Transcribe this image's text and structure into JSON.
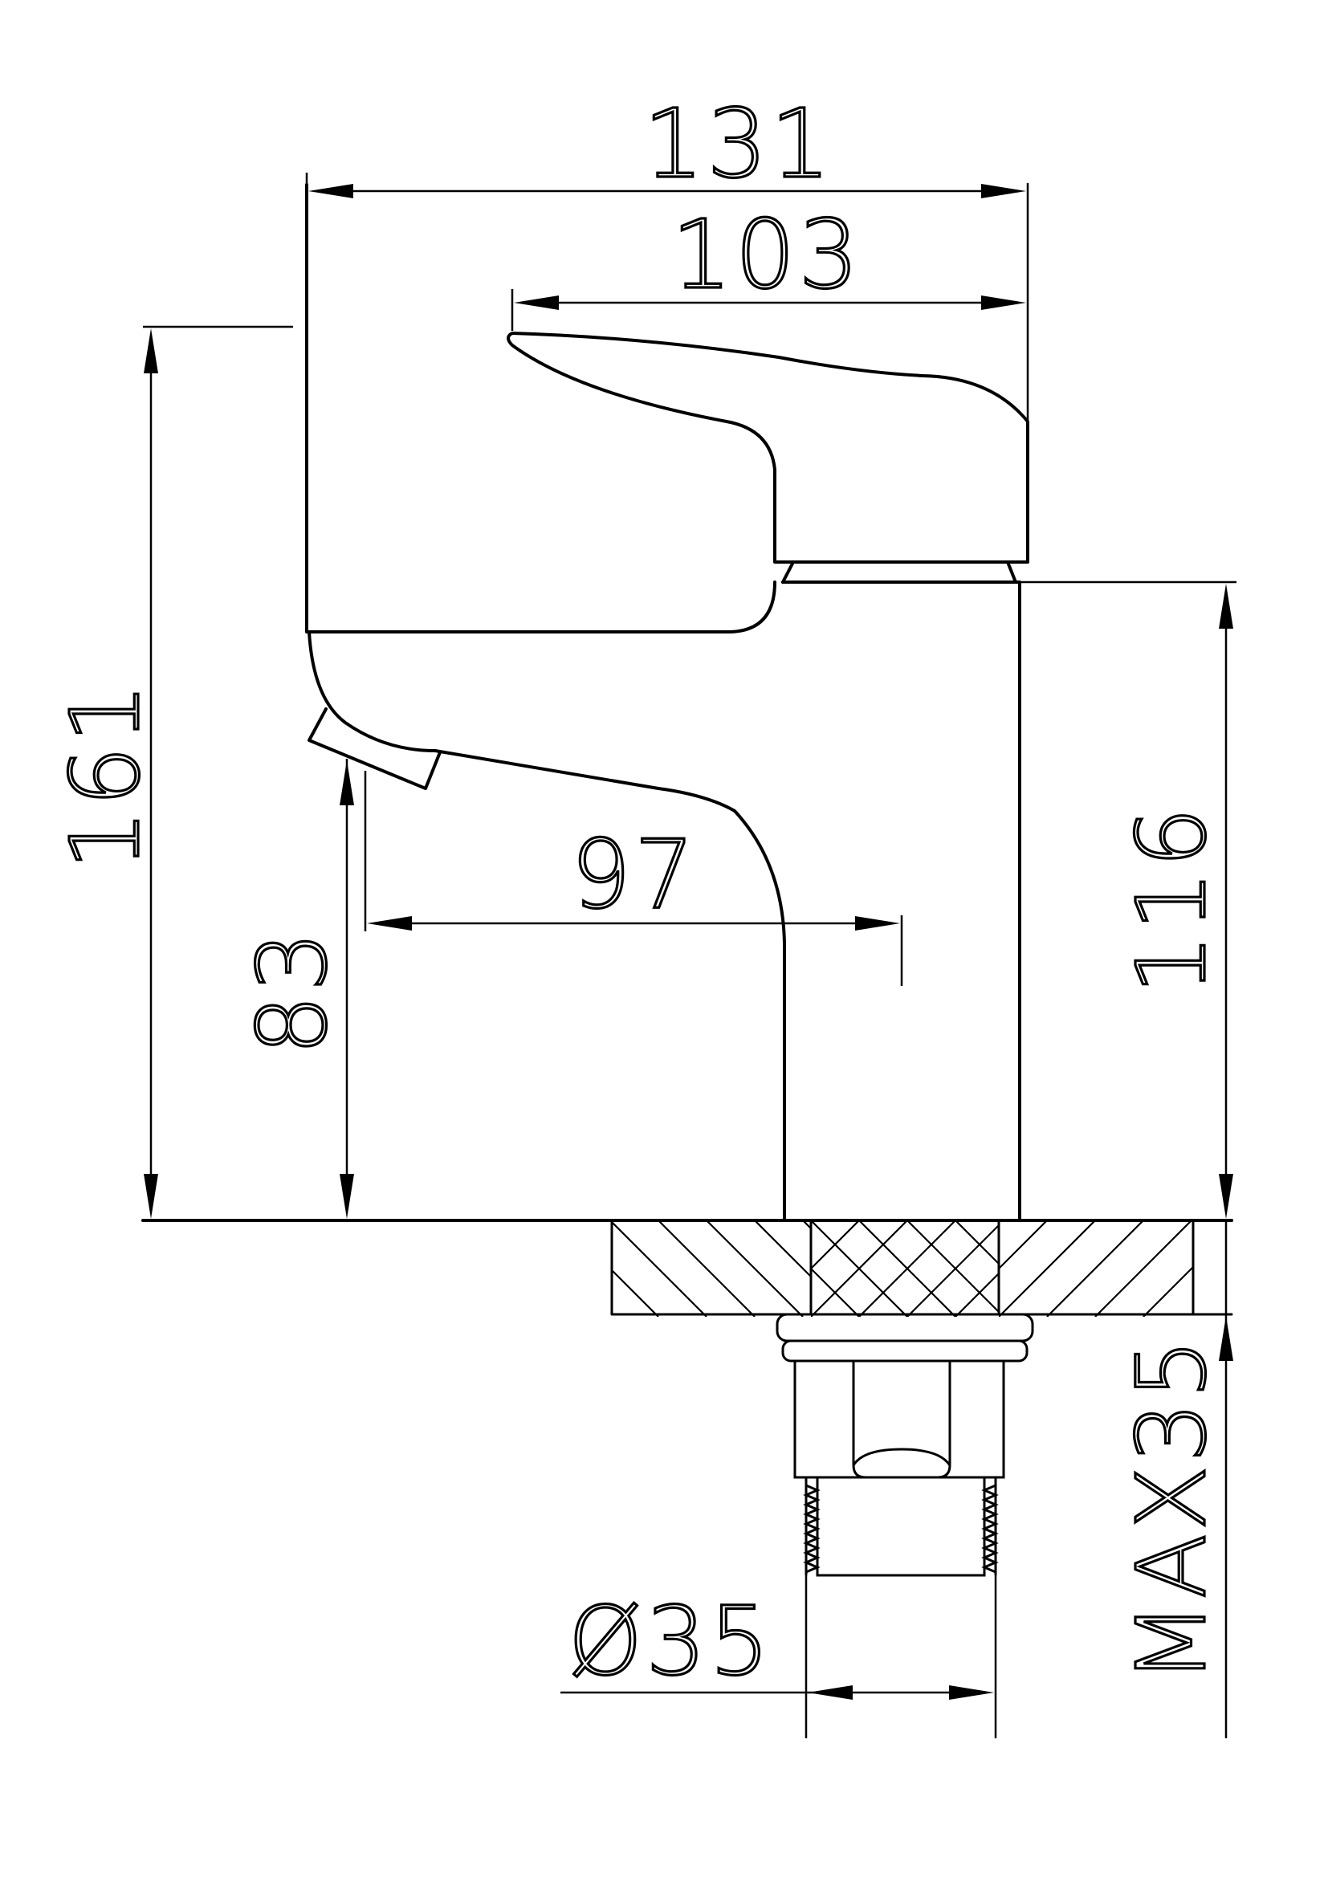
{
  "dimensions": {
    "overall_width": "131",
    "lever_length": "103",
    "overall_height": "161",
    "spout_height": "83",
    "spout_reach": "97",
    "body_height": "116",
    "shank_diameter": "Ø35",
    "max_deck_thickness": "MAX35"
  }
}
